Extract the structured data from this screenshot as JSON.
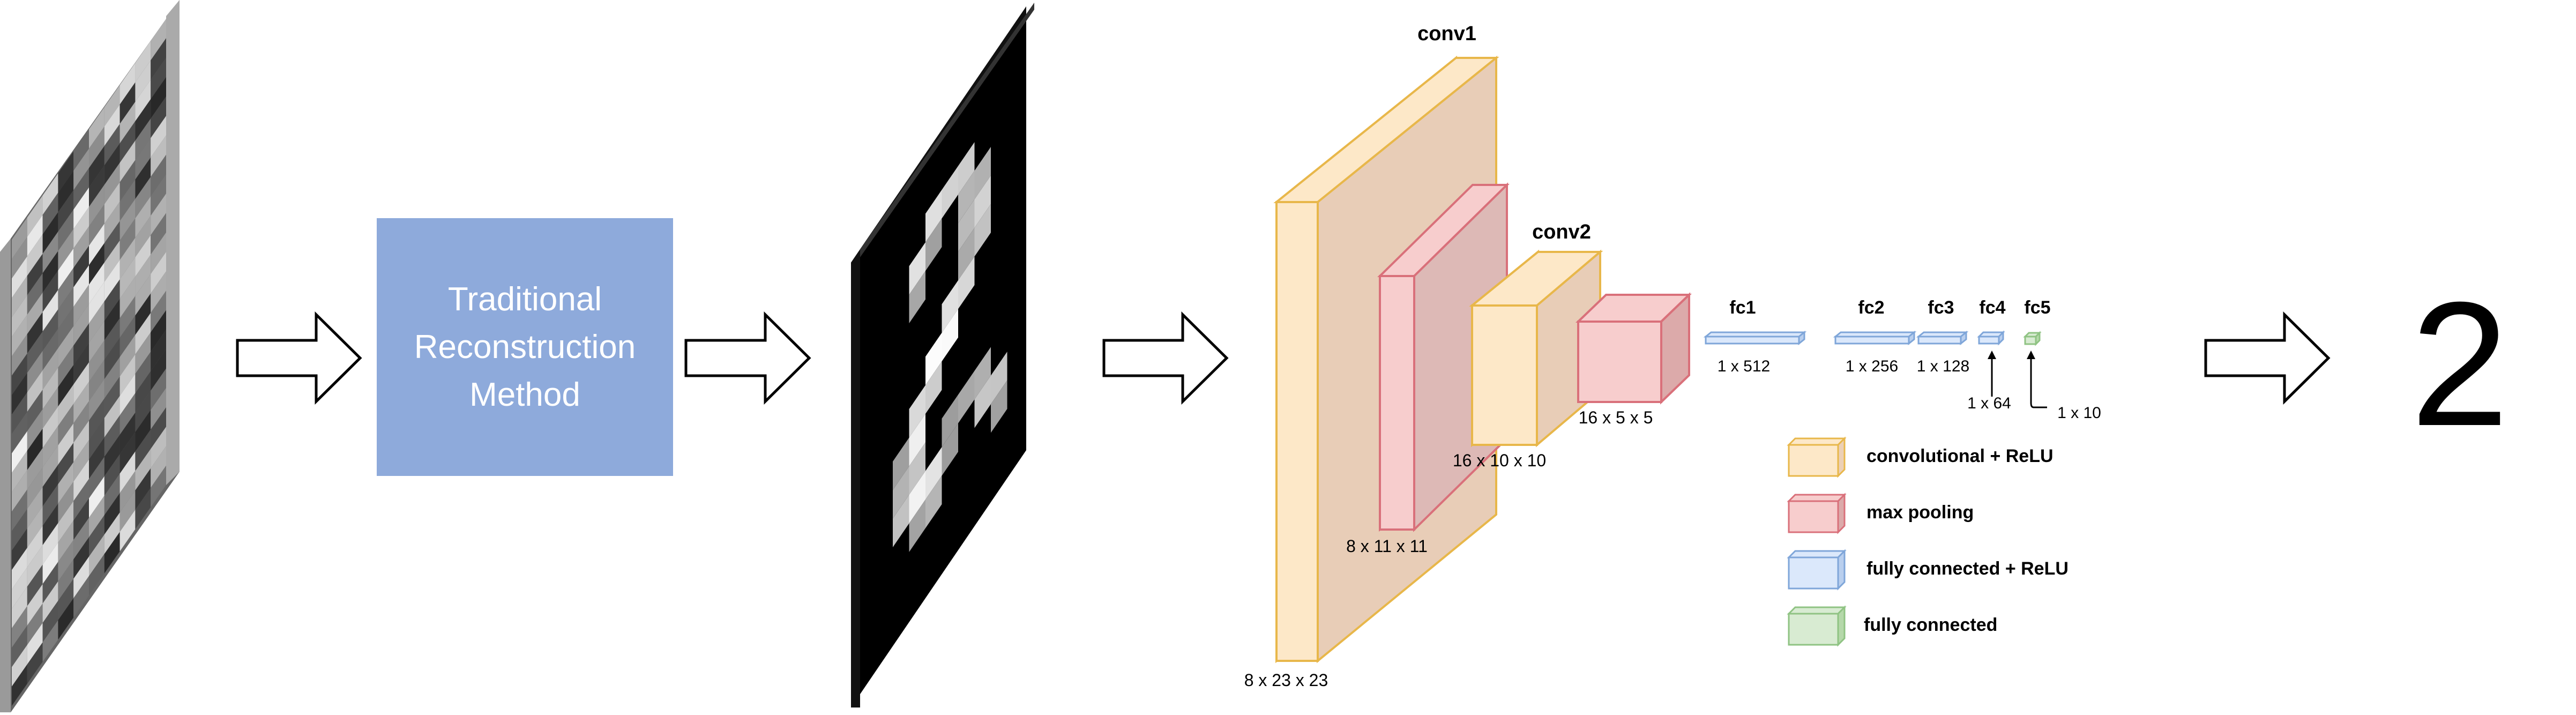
{
  "reconstruction": {
    "line1": "Traditional",
    "line2": "Reconstruction",
    "line3": "Method"
  },
  "layers": {
    "conv1": {
      "label": "conv1",
      "dims": "8 x 23 x 23"
    },
    "pool1": {
      "label": "",
      "dims": "8 x 11 x 11"
    },
    "conv2": {
      "label": "conv2",
      "dims": "16 x 10 x 10"
    },
    "pool2": {
      "label": "",
      "dims": "16 x 5 x 5"
    },
    "fc1": {
      "label": "fc1",
      "dims": "1 x 512"
    },
    "fc2": {
      "label": "fc2",
      "dims": "1 x 256"
    },
    "fc3": {
      "label": "fc3",
      "dims": "1 x 128"
    },
    "fc4": {
      "label": "fc4",
      "dims": "1 x 64"
    },
    "fc5": {
      "label": "fc5",
      "dims": "1 x 10"
    }
  },
  "legend": {
    "items": [
      {
        "label": "convolutional + ReLU",
        "color": "#fde8c8",
        "stroke": "#e8b74a"
      },
      {
        "label": "max pooling",
        "color": "#f7cdcd",
        "stroke": "#d9707a"
      },
      {
        "label": "fully connected + ReLU",
        "color": "#dbe8fb",
        "stroke": "#7fa6d9"
      },
      {
        "label": "fully connected",
        "color": "#d8ebd2",
        "stroke": "#8fc383"
      }
    ]
  },
  "output": {
    "digit": "2"
  },
  "colors": {
    "conv": "#fde8c8",
    "conv_stroke": "#e8b74a",
    "pool": "#f7cdcd",
    "pool_stroke": "#d9707a",
    "fc": "#dbe8fb",
    "fc_stroke": "#7fa6d9",
    "fc_final": "#d8ebd2",
    "fc_final_stroke": "#8fc383",
    "box_blue": "#8eaadb"
  },
  "icons": {
    "flow_arrow": "hollow-right-arrow-icon",
    "input_image": "noisy-measurement-image",
    "reconstructed_image": "reconstructed-digit-image"
  }
}
